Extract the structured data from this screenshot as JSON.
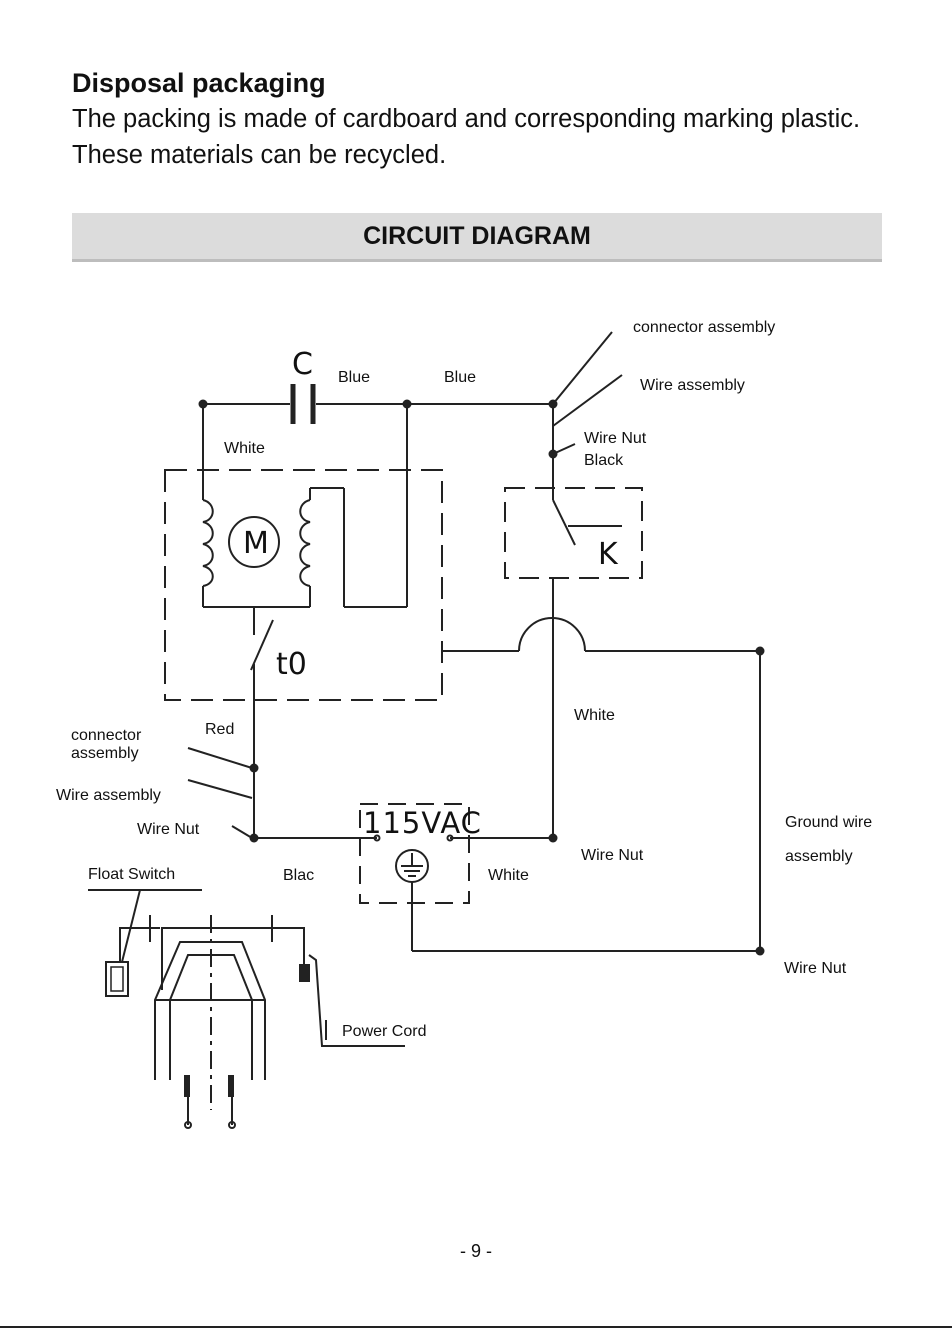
{
  "section": {
    "heading": "Disposal packaging",
    "body": "The packing is made of cardboard and corresponding marking plastic. These materials can be recycled."
  },
  "banner": {
    "title": "CIRCUIT DIAGRAM"
  },
  "diagram": {
    "capacitor_symbol": "C",
    "motor_symbol": "M",
    "relay_symbol": "K",
    "thermal_symbol": "t0",
    "voltage": "115VAC",
    "labels": {
      "blue_left": "Blue",
      "blue_right": "Blue",
      "white_top": "White",
      "connector_assembly_top": "connector assembly",
      "wire_assembly_top": "Wire assembly",
      "wire_nut_top": "Wire Nut",
      "black": "Black",
      "white_mid": "White",
      "red": "Red",
      "connector": "connector",
      "assembly": "assembly",
      "wire_assembly_left": "Wire assembly",
      "wire_nut_left": "Wire Nut",
      "float_switch": "Float Switch",
      "blac": "Blac",
      "white_bottom": "White",
      "wire_nut_center": "Wire Nut",
      "ground_wire": "Ground wire",
      "ground_assembly": "assembly",
      "wire_nut_right": "Wire Nut",
      "power_cord": "Power Cord"
    }
  },
  "footer": {
    "page": "- 9 -"
  }
}
